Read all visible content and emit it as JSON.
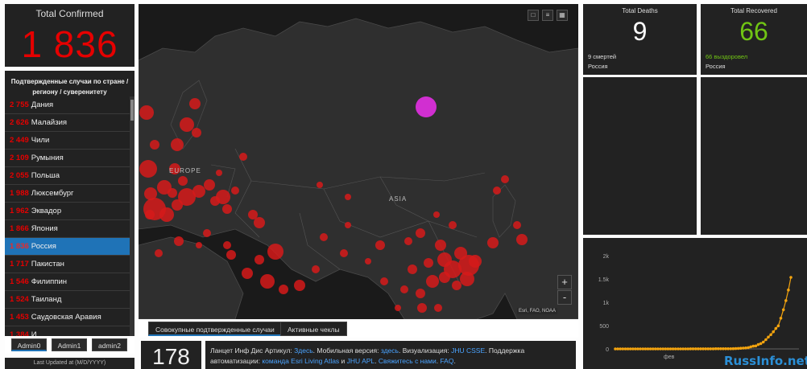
{
  "total": {
    "label": "Total Confirmed",
    "value": "1 836"
  },
  "list": {
    "header": "Подтвержденные случаи по стране / региону / суверенитету",
    "rows": [
      {
        "n": "2 755",
        "c": "Дания"
      },
      {
        "n": "2 626",
        "c": "Малайзия"
      },
      {
        "n": "2 449",
        "c": "Чили"
      },
      {
        "n": "2 109",
        "c": "Румыния"
      },
      {
        "n": "2 055",
        "c": "Польша"
      },
      {
        "n": "1 988",
        "c": "Люксембург"
      },
      {
        "n": "1 962",
        "c": "Эквадор"
      },
      {
        "n": "1 866",
        "c": "Япония"
      },
      {
        "n": "1 836",
        "c": "Россия"
      },
      {
        "n": "1 717",
        "c": "Пакистан"
      },
      {
        "n": "1 546",
        "c": "Филиппин"
      },
      {
        "n": "1 524",
        "c": "Таиланд"
      },
      {
        "n": "1 453",
        "c": "Саудовская Аравия"
      },
      {
        "n": "1 384",
        "c": "И"
      }
    ],
    "selected_index": 8
  },
  "admin_tabs": [
    "Admin0",
    "Admin1",
    "admin2"
  ],
  "updated": "Last Updated at (M/D/YYYY)",
  "map": {
    "label_europe": "EUROPE",
    "label_asia": "ASIA",
    "attribution": "Esri, FAO, NOAA",
    "zoom_in": "+",
    "zoom_out": "-",
    "tabs": [
      "Совокупные подтвержденные случаи",
      "Активные чеклы"
    ],
    "colors": {
      "bubble": "#d61a1a",
      "highlight": "#d12fd1"
    }
  },
  "count": "178",
  "info": {
    "t1": "Ланцет Инф Дис Артикул: ",
    "l1": "Здесь",
    "t2": ". Мобильная версия: ",
    "l2": "здесь",
    "t3": ". Визуализация: ",
    "l3": "JHU CSSE",
    "t4": ". Поддержка",
    "t5": "автоматизации: ",
    "l4": "команда Esri Living Atlas",
    "t6": " и ",
    "l5": "JHU APL",
    "t7": ". ",
    "l6": "Свяжитесь с нами",
    "t8": ". ",
    "l7": "FAQ",
    "t9": "."
  },
  "deaths": {
    "label": "Total Deaths",
    "value": "9",
    "sub": "9 смертей",
    "country": "Россия",
    "color": "#ffffff"
  },
  "recovered": {
    "label": "Total Recovered",
    "value": "66",
    "sub": "66 выздоровел",
    "country": "Россия",
    "color": "#70c414"
  },
  "chart_data": {
    "type": "line",
    "yticks": [
      "2k",
      "1.5k",
      "1k",
      "500",
      "0"
    ],
    "xtick": "фев",
    "ylim": [
      0,
      2000
    ],
    "color": "#f2a30f",
    "values": [
      0,
      0,
      0,
      0,
      0,
      0,
      0,
      0,
      0,
      0,
      0,
      0,
      0,
      0,
      0,
      0,
      0,
      0,
      0,
      0,
      0,
      0,
      0,
      0,
      0,
      0,
      0,
      0,
      0,
      0,
      2,
      2,
      2,
      2,
      2,
      2,
      2,
      2,
      2,
      2,
      3,
      3,
      3,
      3,
      4,
      4,
      4,
      5,
      7,
      10,
      13,
      17,
      20,
      28,
      45,
      59,
      63,
      93,
      114,
      147,
      199,
      253,
      306,
      367,
      438,
      495,
      658,
      840,
      1036,
      1264,
      1534
    ]
  },
  "watermark": "RussInfo.net"
}
